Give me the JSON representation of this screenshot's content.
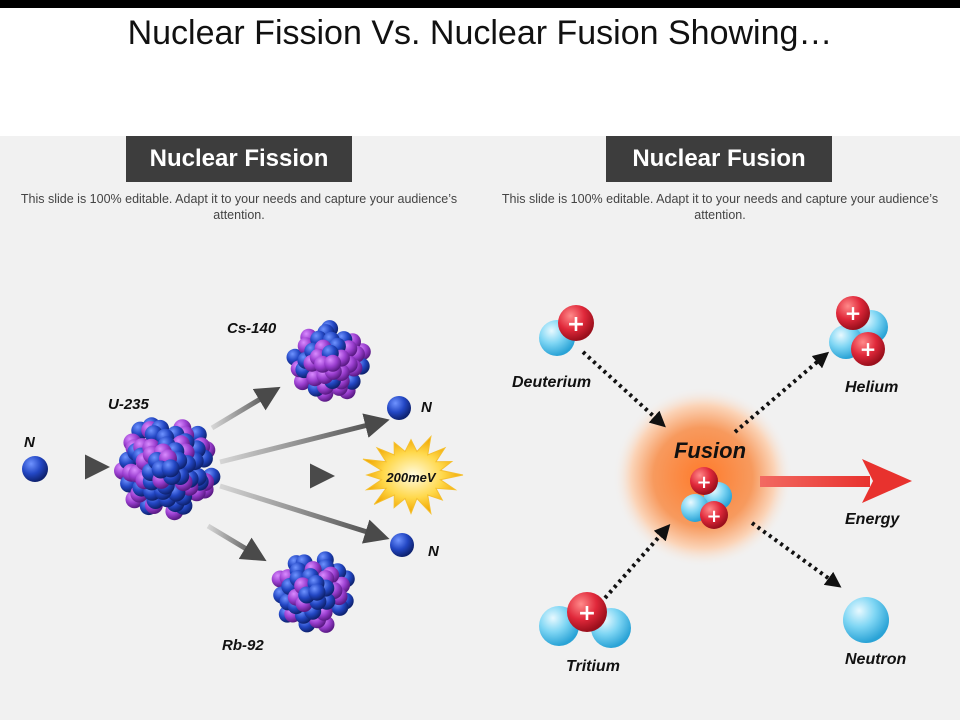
{
  "slide": {
    "title": "Nuclear Fission Vs. Nuclear Fusion Showing…"
  },
  "fission": {
    "heading": "Nuclear Fission",
    "description": "This slide is 100% editable. Adapt it to your needs and capture your audience’s attention.",
    "labels": {
      "neutron_in": "N",
      "uranium": "U-235",
      "cesium": "Cs-140",
      "rubidium": "Rb-92",
      "neutron_out_top": "N",
      "neutron_out_bottom": "N",
      "energy": "200meV"
    }
  },
  "fusion": {
    "heading": "Nuclear Fusion",
    "description": "This slide is 100% editable. Adapt it to your needs and capture your audience’s attention.",
    "labels": {
      "deuterium": "Deuterium",
      "tritium": "Tritium",
      "center": "Fusion",
      "helium": "Helium",
      "energy": "Energy",
      "neutron": "Neutron"
    }
  },
  "colors": {
    "header_bg": "#3d3d3d",
    "panel_bg": "#f1f1f1",
    "proton": "#e0283a",
    "neutron_fusion": "#5ec8ee",
    "neutron_fission": "#1f47b8",
    "nucleus_purple": "#9b3fd0",
    "energy_arrow": "#ee3a36",
    "fusion_glow": "#f6743a"
  },
  "icons": {
    "proton_mark": "plus-icon"
  }
}
